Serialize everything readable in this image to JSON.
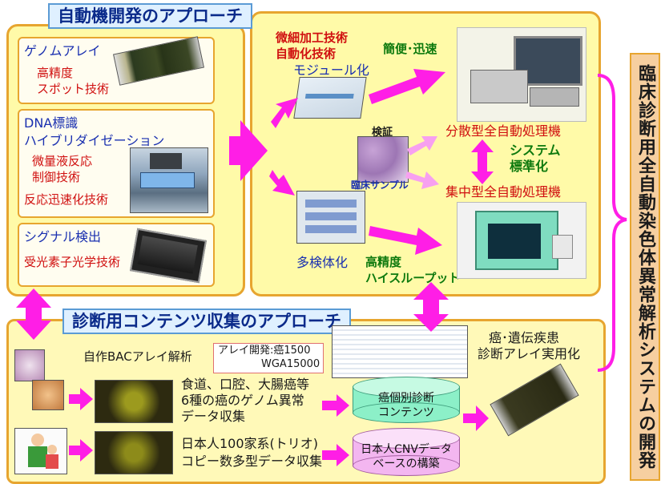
{
  "top_title": "自動機開発のアプローチ",
  "bottom_title": "診断用コンテンツ収集のアプローチ",
  "side_title": "臨床診断用全自動染色体異常解析システムの開発",
  "genome": {
    "title": "ゲノムアレイ",
    "line1": "高精度",
    "line2": "スポット技術"
  },
  "dna": {
    "title1": "DNA標識",
    "title2": "ハイブリダイゼーション",
    "line1": "微量液反応",
    "line2": "制御技術",
    "line3": "反応迅速化技術"
  },
  "signal": {
    "title": "シグナル検出",
    "line1": "受光素子光学技術"
  },
  "center": {
    "micro1": "微細加工技術",
    "micro2": "自動化技術",
    "module": "モジュール化",
    "simple": "簡便･迅速",
    "verify": "検証",
    "clinical": "臨床サンプル",
    "distributed": "分散型全自動処理機",
    "system1": "システム",
    "system2": "標準化",
    "central": "集中型全自動処理機",
    "multi": "多検体化",
    "hp1": "高精度",
    "hp2": "ハイスループット"
  },
  "bottom": {
    "bac": "自作BACアレイ解析",
    "array_dev1": "アレイ開発:癌1500",
    "array_dev2": "WGA15000",
    "cancer1": "食道、口腔、大腸癌等",
    "cancer2": "6種の癌のゲノム異常",
    "cancer3": "データ収集",
    "family1": "日本人100家系(トリオ)",
    "family2": "コピー数多型データ収集",
    "db1_1": "癌個別診断",
    "db1_2": "コンテンツ",
    "db2_1": "日本人CNVデータ",
    "db2_2": "ベースの構築",
    "practical1": "癌･遺伝疾患",
    "practical2": "診断アレイ実用化"
  },
  "colors": {
    "panel_fill": "#fffaa8",
    "panel_border": "#e7a52f",
    "arrow_magenta": "#ff1ee6",
    "title_fill": "#dff0ff"
  }
}
